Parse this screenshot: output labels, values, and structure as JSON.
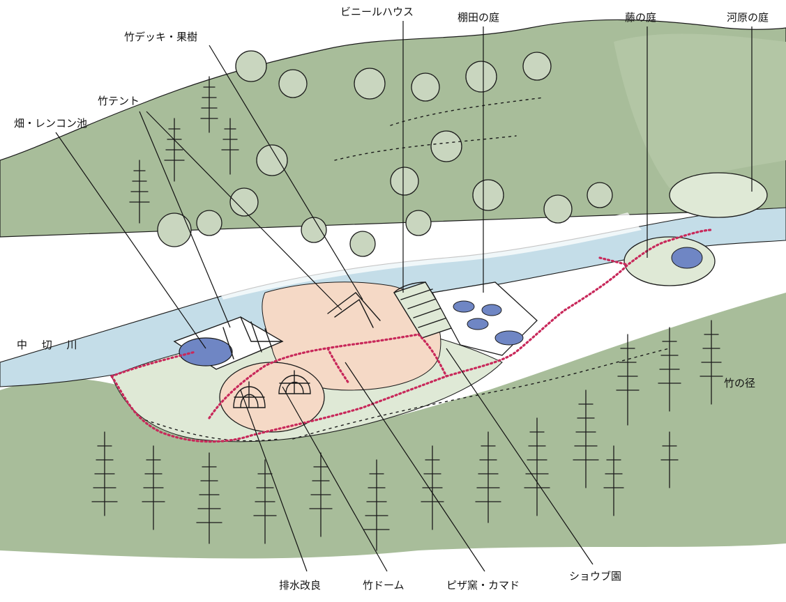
{
  "labels": {
    "vinyl_house": "ビニールハウス",
    "terrace_garden": "棚田の庭",
    "wisteria_garden": "藤の庭",
    "riverbank_garden": "河原の庭",
    "bamboo_deck": "竹デッキ・果樹",
    "bamboo_tent": "竹テント",
    "field_lotus": "畑・レンコン池",
    "river_name": "中 切 川",
    "bamboo_path": "竹の径",
    "drainage": "排水改良",
    "bamboo_dome": "竹ドーム",
    "pizza_oven": "ピザ窯・カマド",
    "iris_garden": "ショウブ園"
  },
  "colors": {
    "hill_green": "#a8bd9a",
    "pale_green": "#dfe9d6",
    "river_blue": "#c4dde8",
    "plaza_peach": "#f5d9c6",
    "pond_blue": "#6f86c4",
    "path_magenta": "#c8285a"
  }
}
